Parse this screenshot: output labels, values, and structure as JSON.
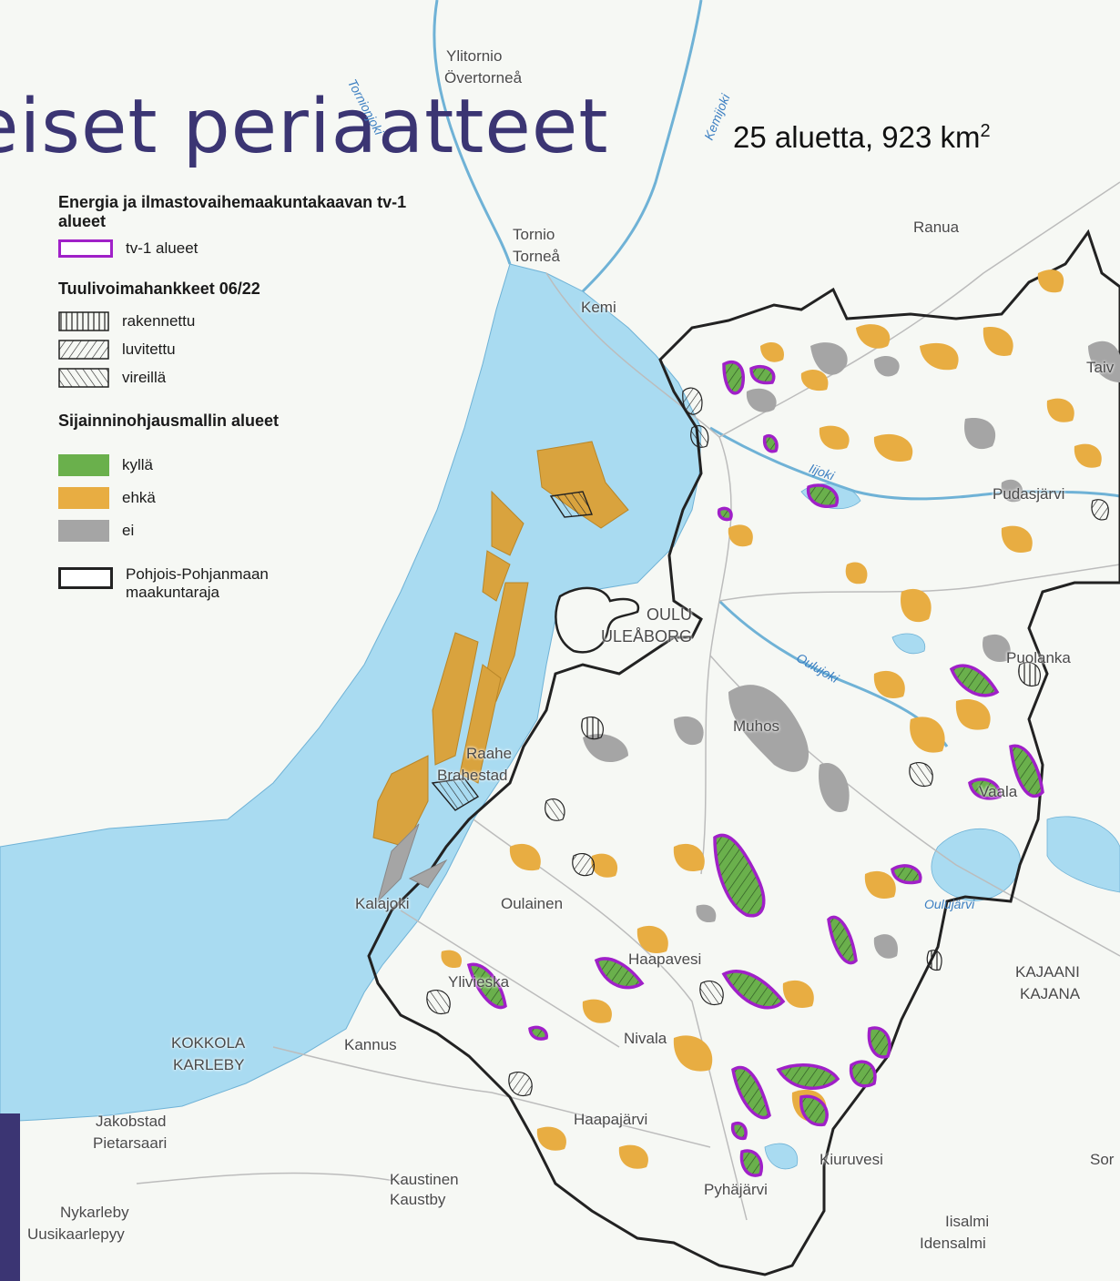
{
  "title": "eiset periaatteet",
  "subtitle": {
    "text": "25 aluetta, 923 km",
    "sup": "2"
  },
  "legend": {
    "section1": {
      "title": "Energia ja ilmastovaihemaakuntakaavan tv-1 alueet",
      "items": [
        {
          "label": "tv-1 alueet",
          "color": "#a020c8"
        }
      ]
    },
    "section2": {
      "title": "Tuulivoimahankkeet 06/22",
      "items": [
        {
          "label": "rakennettu"
        },
        {
          "label": "luvitettu"
        },
        {
          "label": "vireillä"
        }
      ]
    },
    "section3": {
      "title": "Sijainninohjausmallin alueet",
      "items": [
        {
          "label": "kyllä",
          "color": "#6ab04c"
        },
        {
          "label": "ehkä",
          "color": "#e8ad42"
        },
        {
          "label": "ei",
          "color": "#a5a5a5"
        }
      ]
    },
    "section4": {
      "items": [
        {
          "label": "Pohjois-Pohjanmaan maakuntaraja",
          "color": "#222222"
        }
      ]
    }
  },
  "places": [
    "Ylitornio",
    "Övertorneå",
    "Tornio",
    "Torneå",
    "Kemi",
    "Ranua",
    "Taiv",
    "Pudasjärvi",
    "Puolanka",
    "OULU",
    "ULEÅBORG",
    "Raahe",
    "Brahestad",
    "Muhos",
    "Kalajoki",
    "Oulainen",
    "Vaala",
    "Oulujärvi",
    "Haapavesi",
    "Ylivieska",
    "KAJAANI",
    "KAJANA",
    "Nivala",
    "KOKKOLA",
    "KARLEBY",
    "Kannus",
    "Jakobstad",
    "Pietarsaari",
    "Haapajärvi",
    "Kiuruvesi",
    "Sor",
    "Kaustinen",
    "Kaustby",
    "Pyhäjärvi",
    "Nykarleby",
    "Uusikaarlepyy",
    "Iisalmi",
    "Idensalmi"
  ],
  "rivers": [
    "Tornionjoki",
    "Kemijoki",
    "Iijoki",
    "Oulujoki"
  ],
  "colors": {
    "sea": "#a9dbf1",
    "land": "#f6f8f4",
    "title": "#3b3573",
    "tv1": "#a020c8",
    "kylla": "#6ab04c",
    "ehka": "#e8ad42",
    "ei": "#a5a5a5",
    "border": "#222222"
  }
}
